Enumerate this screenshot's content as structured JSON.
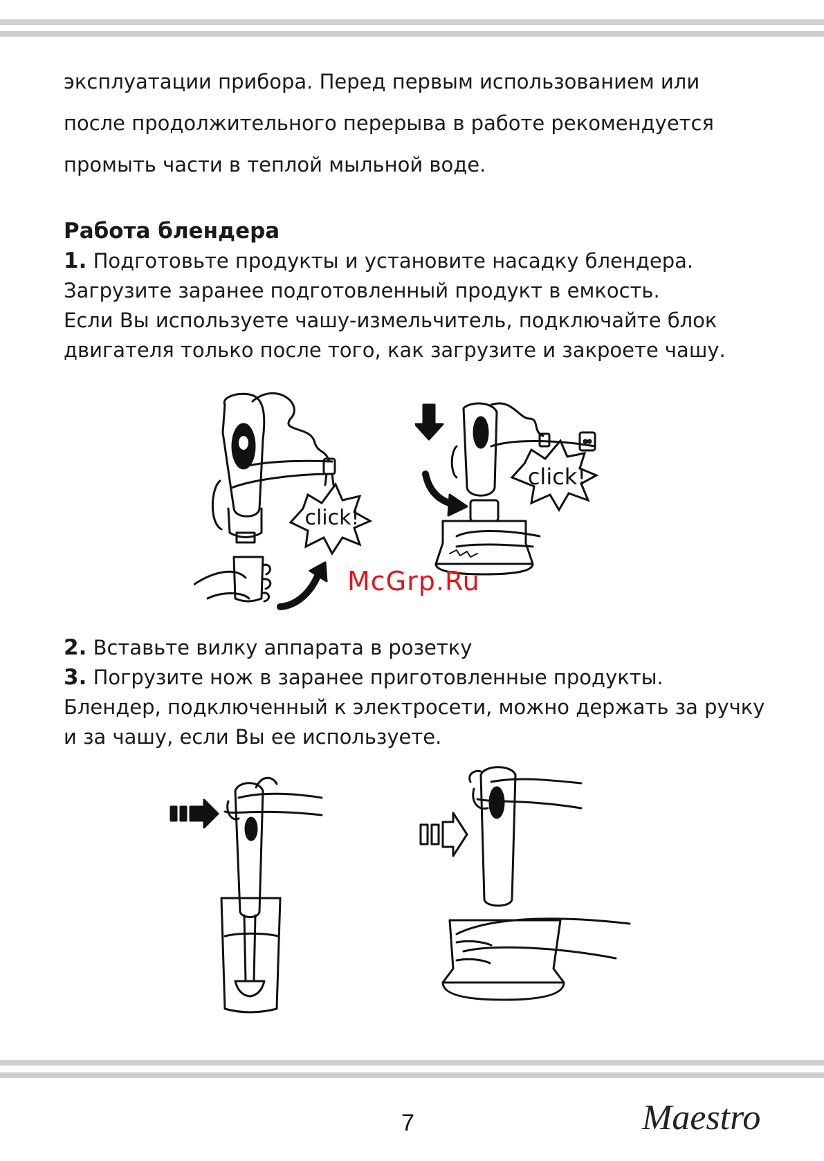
{
  "intro": {
    "lines": [
      " эксплуатации прибора. Перед первым использованием или",
      "после продолжительного перерыва в работе рекомендуется",
      "промыть части  в теплой мыльной воде."
    ]
  },
  "section": {
    "title": "Работа блендера",
    "step1": {
      "num": "1.",
      "text": " Подготовьте продукты и установите насадку блендера.",
      "lines": [
        "Загрузите заранее подготовленный продукт в емкость.",
        "Если Вы используете чашу-измельчитель, подключайте блок",
        "двигателя только после того, как загрузите и закроете чашу."
      ]
    },
    "step2": {
      "num": "2.",
      "text": " Вставьте  вилку аппарата в розетку"
    },
    "step3": {
      "num": "3.",
      "text": " Погрузите нож в заранее приготовленные продукты.",
      "lines": [
        "Блендер, подключенный к электросети, можно держать за ручку",
        "и за чашу, если Вы ее используете."
      ]
    }
  },
  "figures": {
    "click_label": "click!"
  },
  "watermark": "McGrp.Ru",
  "footer": {
    "page_number": "7",
    "brand": "Maestro"
  }
}
